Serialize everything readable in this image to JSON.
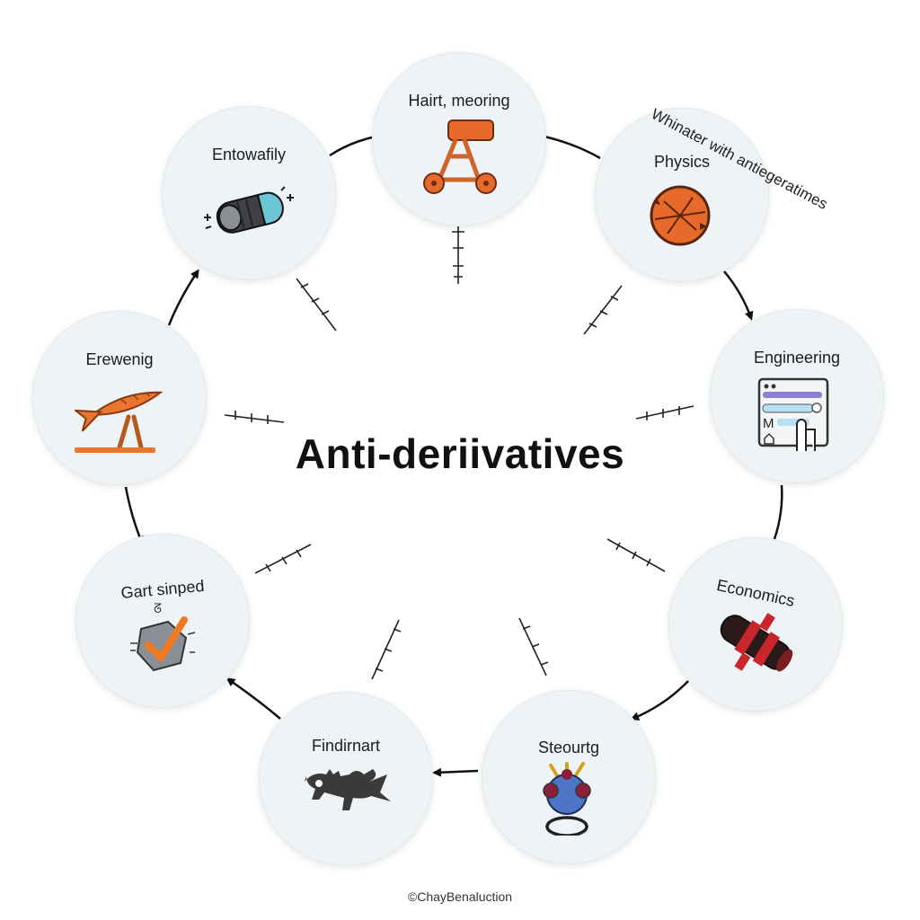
{
  "diagram": {
    "title": "Anti-deriivatives",
    "corner_note": "Whinater with antiegeratimes",
    "footer": "©ChayBenaluction",
    "accent_colors": {
      "orange": "#e86a2b",
      "dark": "#3d3d3d",
      "teal": "#6cc6d6",
      "maroon": "#7a1e22",
      "navy": "#2d3e73"
    },
    "nodes": [
      {
        "label": "Hairt, meoring",
        "icon": "cart-icon"
      },
      {
        "label": "Physics",
        "icon": "ball-icon"
      },
      {
        "label": "Engineering",
        "icon": "interface-panel-icon"
      },
      {
        "label": "Economics",
        "icon": "roller-icon"
      },
      {
        "label": "Steourtg",
        "icon": "ring-sphere-icon"
      },
      {
        "label": "Findirnart",
        "icon": "gear-fish-icon"
      },
      {
        "label": "Gart sinped",
        "icon": "checkmark-icon"
      },
      {
        "label": "Erewenig",
        "icon": "rocket-icon"
      },
      {
        "label": "Entowafily",
        "icon": "capsule-icon"
      }
    ]
  }
}
